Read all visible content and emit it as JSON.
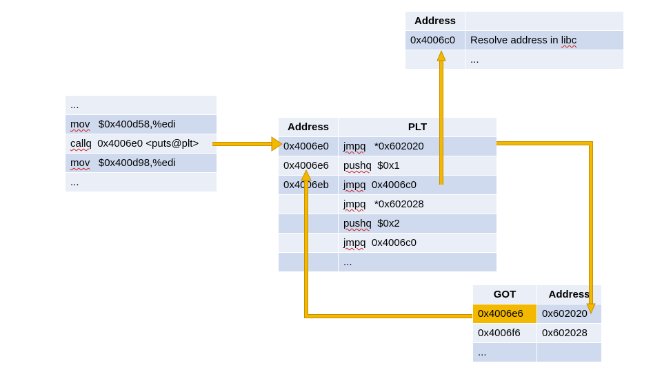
{
  "code": {
    "rows": [
      {
        "op": "",
        "arg": "..."
      },
      {
        "op": "mov",
        "arg": "$0x400d58,%edi"
      },
      {
        "op": "callq",
        "arg": "0x4006e0 <puts@plt>"
      },
      {
        "op": "mov",
        "arg": "$0x400d98,%edi"
      },
      {
        "op": "",
        "arg": "..."
      }
    ]
  },
  "plt": {
    "header": {
      "address": "Address",
      "plt": "PLT"
    },
    "rows": [
      {
        "address": "0x4006e0",
        "op": "jmpq",
        "arg": "*0x602020"
      },
      {
        "address": "0x4006e6",
        "op": "pushq",
        "arg": "$0x1"
      },
      {
        "address": "0x4006eb",
        "op": "jmpq",
        "arg": "0x4006c0"
      },
      {
        "address": "",
        "op": "jmpq",
        "arg": "*0x602028"
      },
      {
        "address": "",
        "op": "pushq",
        "arg": "$0x2"
      },
      {
        "address": "",
        "op": "jmpq",
        "arg": "0x4006c0"
      },
      {
        "address": "",
        "op": "",
        "arg": "..."
      }
    ]
  },
  "resolver": {
    "header": {
      "address": "Address",
      "desc": ""
    },
    "rows": [
      {
        "address": "0x4006c0",
        "desc_prefix": "Resolve address in ",
        "desc_word": "libc"
      },
      {
        "address": "",
        "desc_prefix": "...",
        "desc_word": ""
      }
    ]
  },
  "got": {
    "header": {
      "got": "GOT",
      "address": "Address"
    },
    "rows": [
      {
        "got": "0x4006e6",
        "address": "0x602020"
      },
      {
        "got": "0x4006f6",
        "address": "0x602028"
      },
      {
        "got": "...",
        "address": ""
      }
    ]
  },
  "colors": {
    "arrow": "#f3b800",
    "arrow_outline": "#c68f00",
    "highlight": "#f3b800",
    "border": "#8eb4e3"
  }
}
